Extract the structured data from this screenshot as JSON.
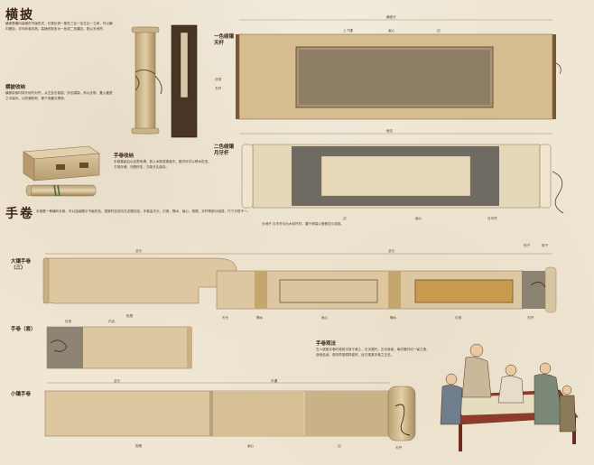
{
  "sections": {
    "hanging_scroll_title": "横披",
    "hanging_scroll_intro": "横披是横向装裱的书画形式，长宽比例一般在三比一至五比一之间，可以横向悬挂，亦可收卷存放。装裱形制多为一色或二色镶边，配以天地杆。",
    "hanging_scroll_storage_title": "横披收纳",
    "hanging_scroll_storage_text": "横披收卷时将天地杆对齐，从左至右卷起，外包锦袋，系以丝带，置入囊匣之中保存，以防潮防蛀，便于收藏与携带。",
    "handscroll_storage_title": "手卷收纳",
    "handscroll_storage_text": "手卷卷起后以丝带系缚，放入木匣或锦盒中，匣内可衬以樟木防虫，平放存储，勿受挤压，方能长久保存。",
    "handscroll_title": "手卷",
    "handscroll_intro": "手卷是一种横向长卷，可以连续展示书画作品，观赏时自右向左边展边收。手卷由天头、引首、隔水、画心、拖尾、天杆等部分组成，尺寸长短不一。",
    "viewing_title": "手卷观法",
    "viewing_text": "古人观赏手卷时将其平放于案上，右手展开，左手收卷，每次展开约一臂之宽，逐段品读，观毕再按原样卷好，此乃观赏手卷之正法。"
  },
  "labels": {
    "one_color_hanging": "一色绫镶天杆",
    "two_color_hanging": "二色绫镶月牙杆",
    "big_handscroll": "大镶手卷（三）",
    "handscroll_rolled": "手卷（套）",
    "small_handscroll": "小镶手卷",
    "scroll_width": "横披长",
    "top_mount": "上下镶",
    "painting_core": "画心",
    "border": "边",
    "silk_border": "绫边",
    "moon_rod": "月牙杆",
    "dragon_rod": "天杆",
    "rope": "丝带",
    "rod_note": "天地杆 月牙杆均为木制杆材，镶于两端以便悬挂与收卷。",
    "total_length": "总长",
    "head": "天头",
    "title_piece": "引首",
    "separator": "隔水",
    "tail": "拖尾",
    "core": "画心",
    "pin": "别子",
    "strap": "带子",
    "rod": "天杆",
    "sleeve": "包首",
    "inner_border": "内边",
    "outer": "外镶",
    "edge": "边"
  },
  "colors": {
    "paper": "#efe6d3",
    "mount_tan": "#d9c39a",
    "mount_light": "#e6d6b5",
    "core_dark": "#8f7f68",
    "core_light": "#e7d9b9",
    "gold": "#c79a4e",
    "wood": "#5a3b22",
    "grey_border": "#6f6b62"
  }
}
